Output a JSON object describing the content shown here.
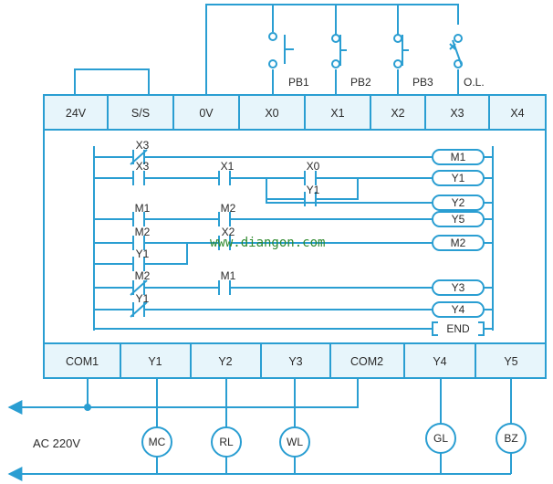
{
  "colors": {
    "line": "#2a9ed2",
    "term_bg": "#e7f5fb",
    "text": "#2a2a2a",
    "watermark": "#2f8a2f"
  },
  "inputs": {
    "pb1": "PB1",
    "pb2": "PB2",
    "pb3": "PB3",
    "ol": "O.L."
  },
  "top_terminals": [
    "24V",
    "S/S",
    "0V",
    "X0",
    "X1",
    "X2",
    "X3",
    "X4"
  ],
  "bottom_terminals": [
    "COM1",
    "Y1",
    "Y2",
    "Y3",
    "COM2",
    "Y4",
    "Y5"
  ],
  "ladder": {
    "contacts": [
      "X3",
      "X3",
      "X1",
      "X0",
      "Y1",
      "M1",
      "M2",
      "M2",
      "X2",
      "Y1",
      "M2",
      "M1",
      "Y1"
    ],
    "coils": [
      "M1",
      "Y1",
      "Y2",
      "Y5",
      "M2",
      "Y3",
      "Y4"
    ],
    "end": "END"
  },
  "watermark": "www.diangon.com",
  "supply": "AC 220V",
  "loads": [
    "MC",
    "RL",
    "WL",
    "GL",
    "BZ"
  ]
}
